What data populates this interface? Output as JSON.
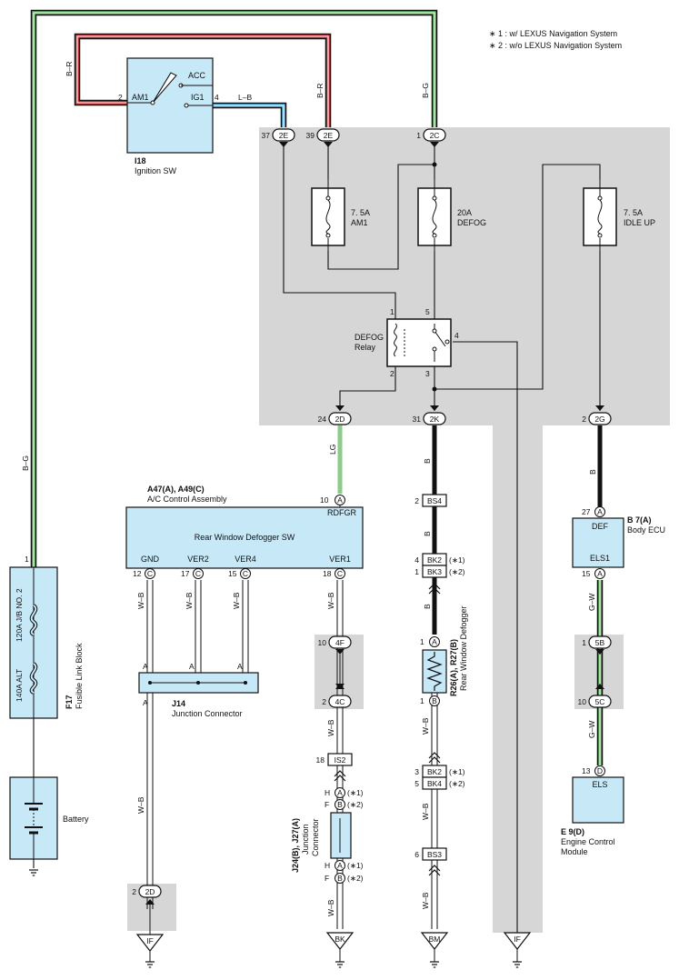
{
  "notes": {
    "n1": "∗ 1 : w/ LEXUS Navigation System",
    "n2": "∗ 2 : w/o LEXUS Navigation System"
  },
  "colors": {
    "zone": "#d6d6d6",
    "component": "#c6e8f7",
    "wire_green": "#5ab45a",
    "wire_red": "#d3323a",
    "wire_blue": "#46b4e6",
    "wire_lightgreen": "#8dcb8d"
  },
  "ignition_sw": {
    "ref": "I18",
    "name": "Ignition SW",
    "acc": "ACC",
    "am1": "AM1",
    "ig1": "IG1",
    "pin_am1": "2",
    "pin_ig1": "4"
  },
  "fuses": [
    {
      "rating": "7. 5A",
      "name": "AM1"
    },
    {
      "rating": "20A",
      "name": "DEFOG"
    },
    {
      "rating": "7. 5A",
      "name": "IDLE UP"
    }
  ],
  "relay": {
    "name1": "DEFOG",
    "name2": "Relay",
    "pin1": "1",
    "pin2": "2",
    "pin3": "3",
    "pin4": "4",
    "pin5": "5"
  },
  "wires": {
    "bg": "B–G",
    "br": "B–R",
    "lb": "L–B",
    "lg": "LG",
    "b": "B",
    "wb": "W–B",
    "gw": "G–W"
  },
  "connectors_top": [
    {
      "pin": "37",
      "code": "2E"
    },
    {
      "pin": "39",
      "code": "2E"
    },
    {
      "pin": "1",
      "code": "2C"
    }
  ],
  "connectors_bottom": [
    {
      "pin": "24",
      "code": "2D"
    },
    {
      "pin": "31",
      "code": "2K"
    },
    {
      "pin": "2",
      "code": "2G"
    }
  ],
  "fusible_link": {
    "ref": "F17",
    "name": "Fusible Link Block",
    "f1": "120A J/B NO. 2",
    "f2": "140A ALT",
    "pin": "1"
  },
  "battery": {
    "name": "Battery"
  },
  "ac_control": {
    "ref": "A47(A), A49(C)",
    "name": "A/C Control Assembly",
    "inner": "Rear Window Defogger SW",
    "rdfgr": "RDFGR",
    "rdfgr_pin": "10",
    "rdfgr_conn": "A",
    "pins": [
      {
        "name": "GND",
        "num": "12",
        "conn": "C"
      },
      {
        "name": "VER2",
        "num": "17",
        "conn": "C"
      },
      {
        "name": "VER4",
        "num": "15",
        "conn": "C"
      },
      {
        "name": "VER1",
        "num": "18",
        "conn": "C"
      }
    ]
  },
  "j14": {
    "ref": "J14",
    "name": "Junction Connector",
    "pin": "A"
  },
  "vertical_connectors": {
    "c4f": {
      "pin": "10",
      "code": "4F"
    },
    "c4c": {
      "pin": "2",
      "code": "4C"
    },
    "is2": {
      "pin": "18",
      "code": "IS2"
    },
    "c2d": {
      "pin": "2",
      "code": "2D"
    },
    "bs4": {
      "pin": "2",
      "code": "BS4"
    },
    "bk2_top": {
      "pin": "4",
      "code": "BK2",
      "note": "(∗1)"
    },
    "bk3": {
      "pin": "1",
      "code": "BK3",
      "note": "(∗2)"
    },
    "bk2_bot": {
      "pin": "3",
      "code": "BK2",
      "note": "(∗1)"
    },
    "bk4": {
      "pin": "5",
      "code": "BK4",
      "note": "(∗2)"
    },
    "bs3": {
      "pin": "6",
      "code": "BS3"
    },
    "c5b": {
      "pin": "1",
      "code": "5B"
    },
    "c5c": {
      "pin": "10",
      "code": "5C"
    }
  },
  "junction_j24": {
    "ref": "J24(B), J27(A)",
    "name1": "Junction",
    "name2": "Connector",
    "rows": [
      {
        "pin": "H",
        "conn": "A",
        "note": "(∗1)"
      },
      {
        "pin": "F",
        "conn": "B",
        "note": "(∗2)"
      },
      {
        "pin": "H",
        "conn": "A",
        "note": "(∗1)"
      },
      {
        "pin": "F",
        "conn": "B",
        "note": "(∗2)"
      }
    ]
  },
  "defogger": {
    "ref": "R26(A), R27(B)",
    "name": "Rear Window Defogger",
    "pin_top": "1",
    "conn_top": "A",
    "pin_bot": "1",
    "conn_bot": "B"
  },
  "body_ecu": {
    "ref": "B 7(A)",
    "name": "Body ECU",
    "def": "DEF",
    "els1": "ELS1",
    "pin_def": "27",
    "conn_def": "A",
    "pin_els1": "15",
    "conn_els1": "A"
  },
  "ecm": {
    "ref": "E 9(D)",
    "name1": "Engine Control",
    "name2": "Module",
    "els": "ELS",
    "pin": "13",
    "conn": "D"
  },
  "grounds": [
    "IF",
    "BK",
    "BM",
    "IF"
  ]
}
